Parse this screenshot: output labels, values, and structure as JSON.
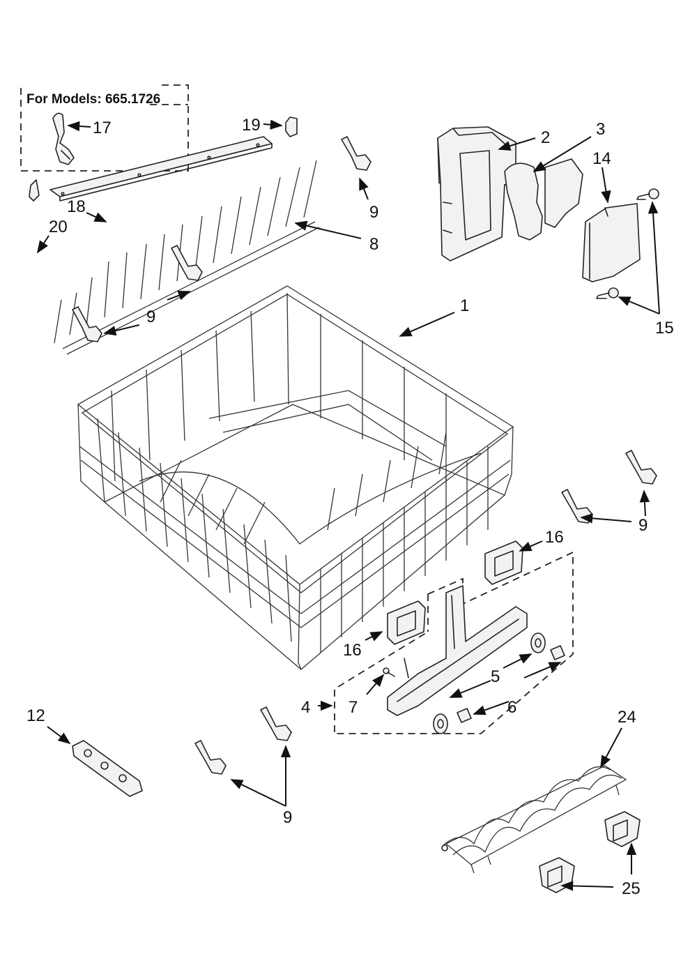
{
  "header_box": {
    "label": "For Models: 665.1726"
  },
  "callouts": {
    "c1": "1",
    "c2": "2",
    "c3": "3",
    "c4": "4",
    "c5": "5",
    "c6": "6",
    "c7": "7",
    "c8": "8",
    "c9": "9",
    "c12": "12",
    "c14": "14",
    "c15": "15",
    "c16": "16",
    "c17": "17",
    "c18": "18",
    "c19": "19",
    "c20": "20",
    "c24": "24",
    "c25": "25"
  }
}
